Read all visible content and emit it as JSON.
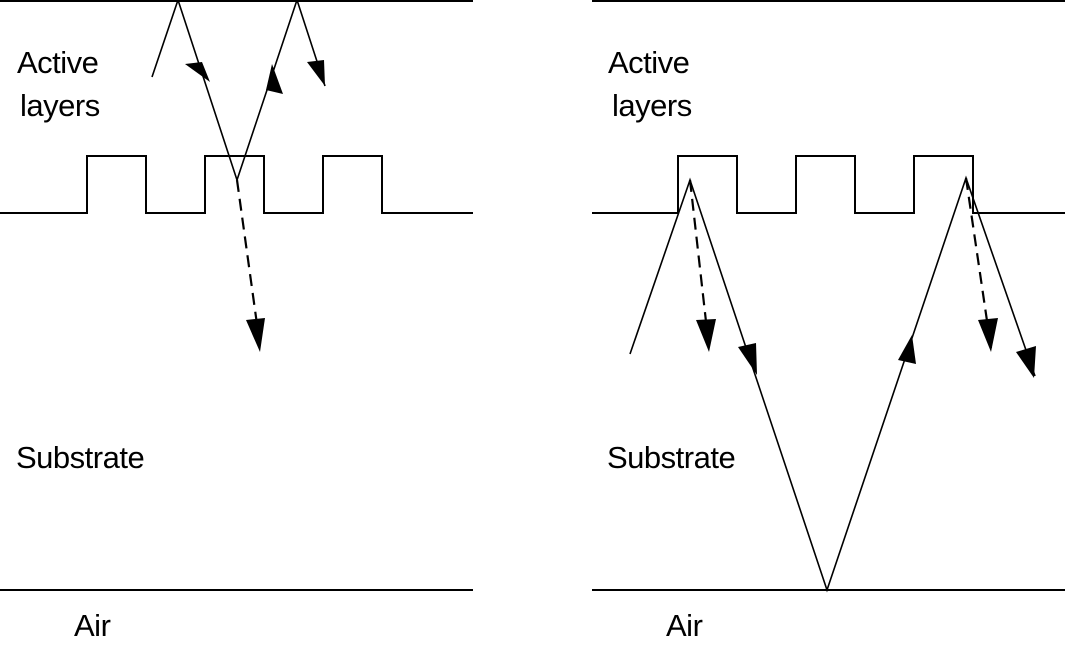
{
  "left_panel": {
    "active_label_line1": "Active",
    "active_label_line2": "layers",
    "substrate_label": "Substrate",
    "air_label": "Air"
  },
  "right_panel": {
    "active_label_line1": "Active",
    "active_label_line2": "layers",
    "substrate_label": "Substrate",
    "air_label": "Air"
  },
  "style": {
    "line_color": "#000000",
    "background": "#ffffff"
  }
}
